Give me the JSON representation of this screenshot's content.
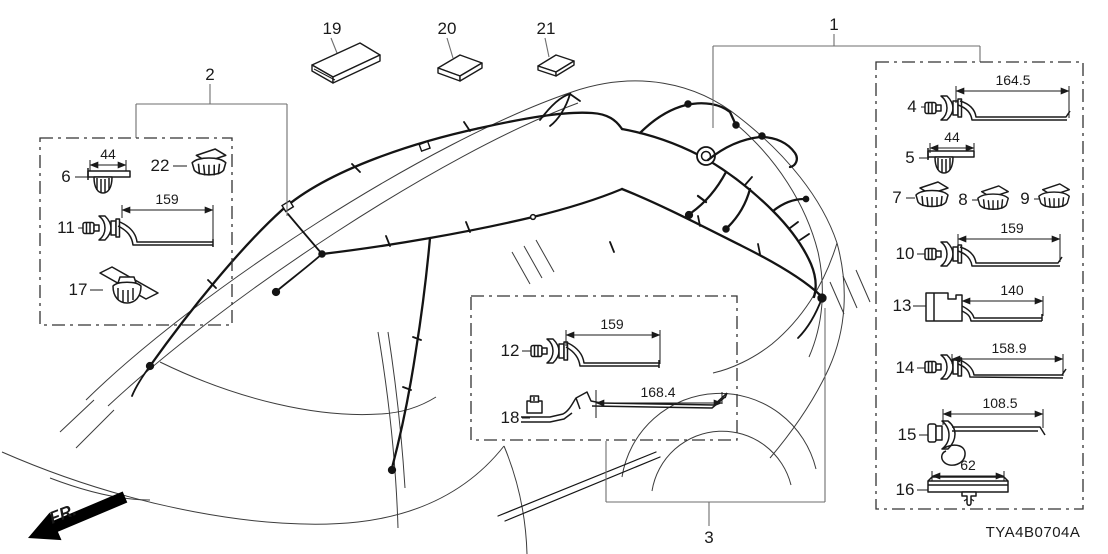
{
  "diagram_code": "TYA4B0704A",
  "orientation": {
    "label": "FR."
  },
  "harness_groups": {
    "g1": {
      "ref": "1"
    },
    "g2": {
      "ref": "2"
    },
    "g3": {
      "ref": "3"
    }
  },
  "parts": {
    "p4": {
      "ref": "4",
      "dim": "164.5",
      "type": "tie-strap-clip"
    },
    "p5": {
      "ref": "5",
      "dim": "44",
      "type": "screw-mount-clip"
    },
    "p6": {
      "ref": "6",
      "dim": "44",
      "type": "screw-mount-clip"
    },
    "p7": {
      "ref": "7",
      "type": "grommet-clip"
    },
    "p8": {
      "ref": "8",
      "type": "grommet-clip"
    },
    "p9": {
      "ref": "9",
      "type": "grommet-clip"
    },
    "p10": {
      "ref": "10",
      "dim": "159",
      "type": "tie-strap-clip"
    },
    "p11": {
      "ref": "11",
      "dim": "159",
      "type": "tie-strap-clip"
    },
    "p12": {
      "ref": "12",
      "dim": "159",
      "type": "tie-strap-clip"
    },
    "p13": {
      "ref": "13",
      "dim": "140",
      "type": "connector-tie-clip"
    },
    "p14": {
      "ref": "14",
      "dim": "158.9",
      "type": "tie-strap-clip"
    },
    "p15": {
      "ref": "15",
      "dim": "108.5",
      "type": "hook-tie-clip"
    },
    "p16": {
      "ref": "16",
      "dim": "62",
      "type": "bracket-clip"
    },
    "p17": {
      "ref": "17",
      "type": "strap-grommet-clip"
    },
    "p18": {
      "ref": "18",
      "dim": "168.4",
      "type": "bracket-strap"
    },
    "p19": {
      "ref": "19",
      "type": "pad"
    },
    "p20": {
      "ref": "20",
      "type": "pad"
    },
    "p21": {
      "ref": "21",
      "type": "pad"
    },
    "p22": {
      "ref": "22",
      "type": "grommet-clip"
    }
  }
}
